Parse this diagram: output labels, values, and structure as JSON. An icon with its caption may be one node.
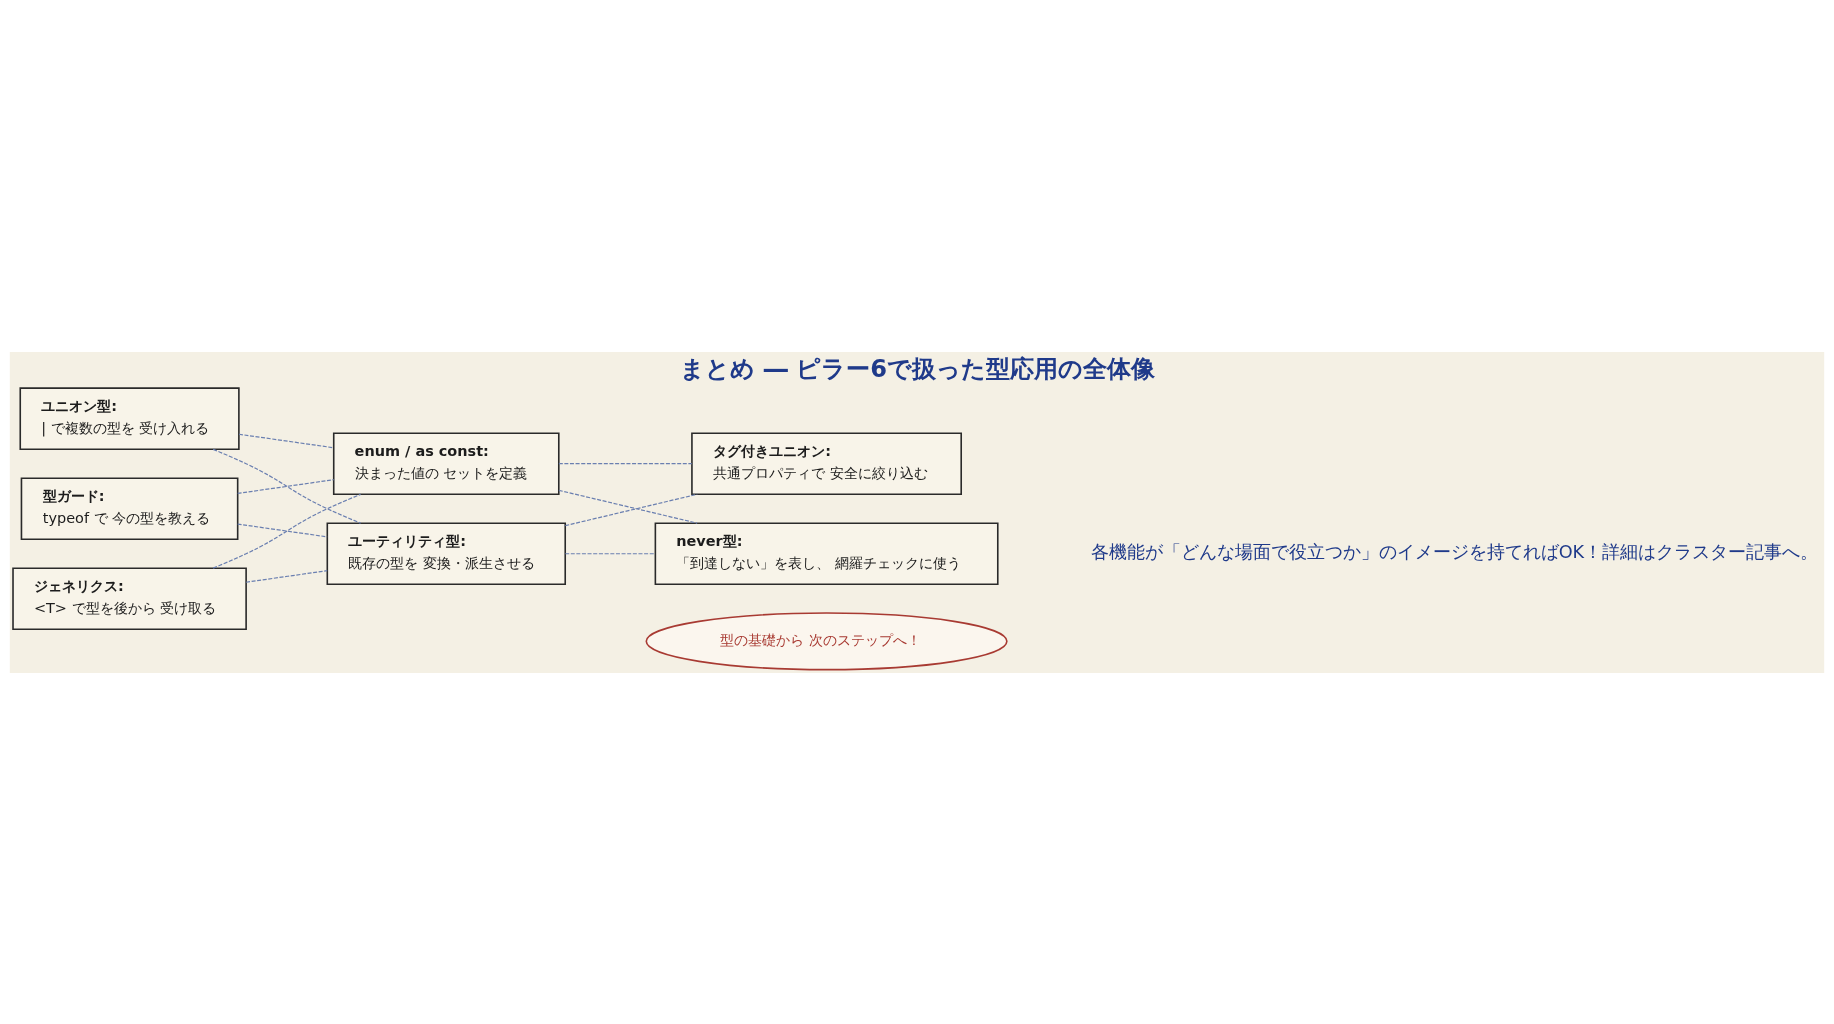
{
  "diagram": {
    "title": "まとめ ― ピラー6で扱った型応用の全体像",
    "caption": "各機能が「どんな場面で役立つか」のイメージを持てればOK！詳細はクラスター記事へ。",
    "nodes": [
      {
        "text": [
          "型の基礎から 次のステップへ！"
        ]
      },
      {
        "text": [
          "ユニオン型:",
          "| で複数の型を 受け入れる"
        ]
      },
      {
        "text": [
          "enum / as const:",
          "決まった値の セットを定義"
        ]
      },
      {
        "text": [
          "タグ付きユニオン:",
          "共通プロパティで 安全に絞り込む"
        ]
      },
      {
        "text": [
          "型ガード:",
          "typeof で 今の型を教える"
        ]
      },
      {
        "text": [
          "ユーティリティ型:",
          "既存の型を 変換・派生させる"
        ]
      },
      {
        "text": [
          "ジェネリクス:",
          "<T> で型を後から 受け取る"
        ]
      },
      {
        "text": [
          "never型:",
          "「到達しない」を表し、 網羅チェックに使う"
        ]
      }
    ],
    "edges": [
      {
        "from": 1,
        "to": 2,
        "arrow": "none",
        "style": "dashed"
      },
      {
        "from": 1,
        "to": 5,
        "arrow": "none",
        "style": "dashed"
      },
      {
        "from": 4,
        "to": 2,
        "arrow": "none",
        "style": "dashed"
      },
      {
        "from": 4,
        "to": 5,
        "arrow": "none",
        "style": "dashed"
      },
      {
        "from": 6,
        "to": 2,
        "arrow": "none",
        "style": "dashed"
      },
      {
        "from": 6,
        "to": 5,
        "arrow": "none",
        "style": "dashed"
      },
      {
        "from": 2,
        "to": 3,
        "arrow": "none",
        "style": "dashed"
      },
      {
        "from": 2,
        "to": 7,
        "arrow": "none",
        "style": "dashed"
      },
      {
        "from": 5,
        "to": 3,
        "arrow": "none",
        "style": "dashed"
      },
      {
        "from": 5,
        "to": 7,
        "arrow": "none",
        "style": "dashed"
      }
    ]
  }
}
